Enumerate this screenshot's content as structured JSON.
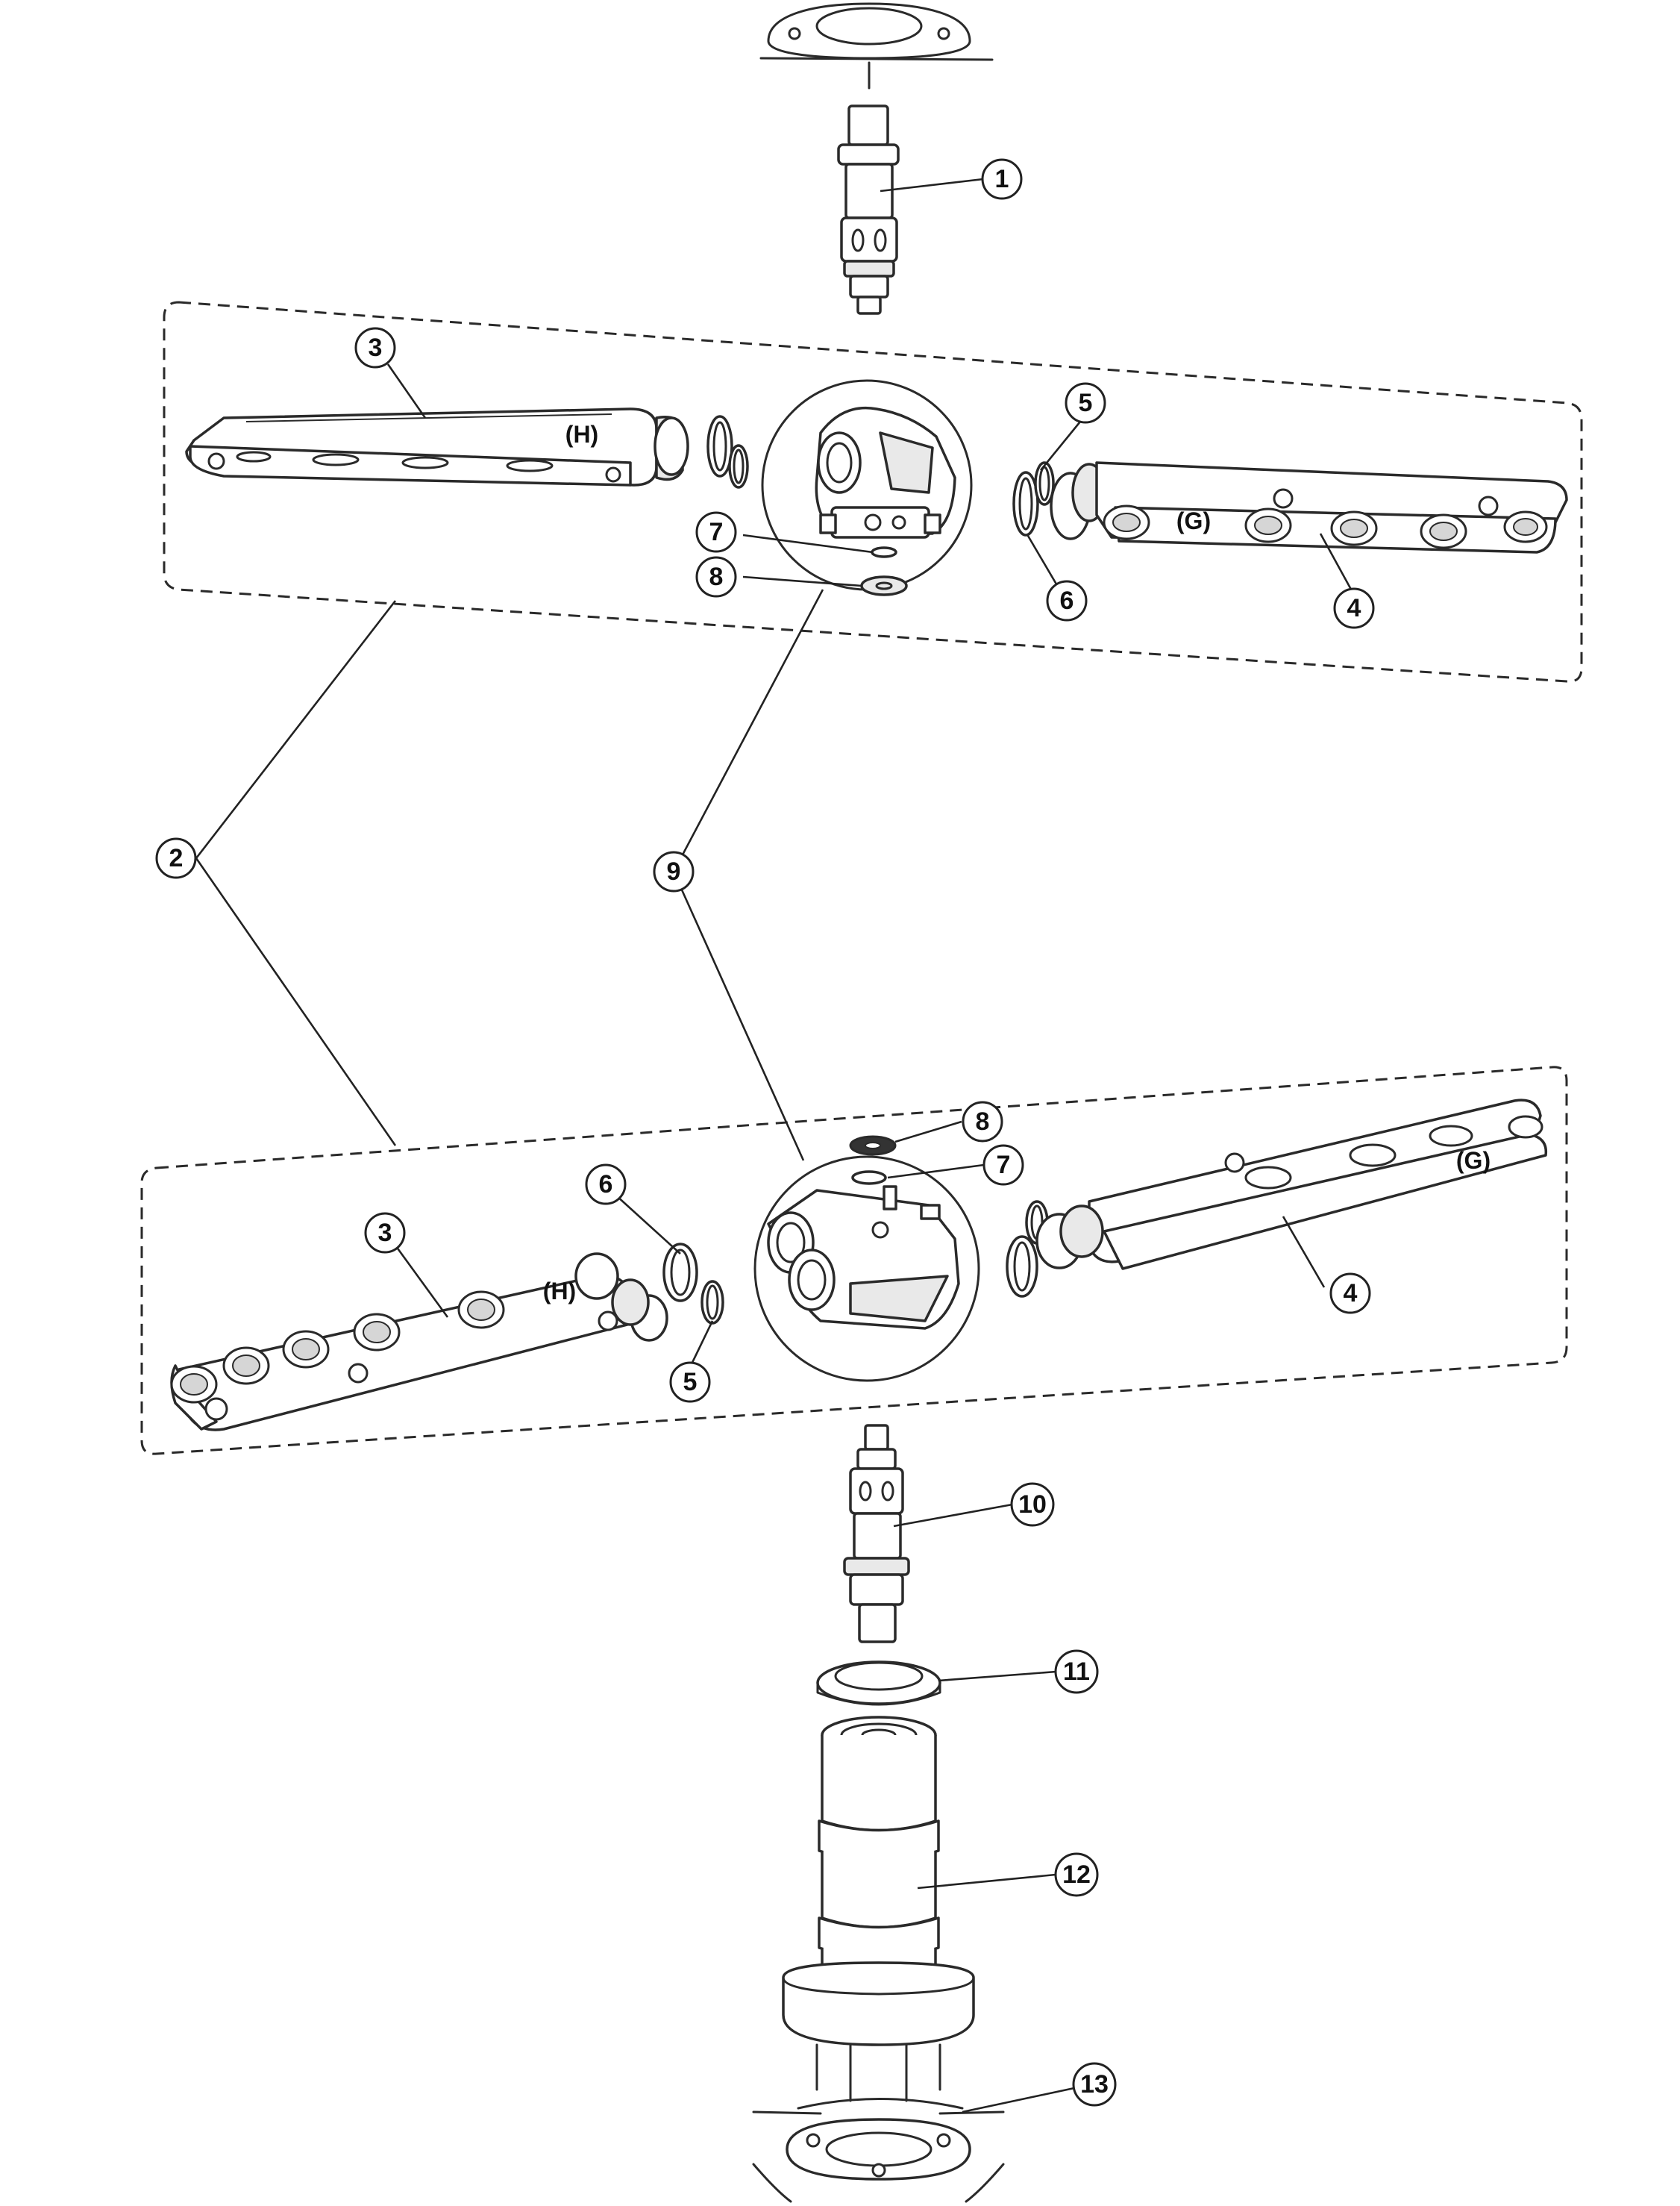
{
  "colors": {
    "line": "#2a2a2a",
    "background": "#ffffff",
    "label": "#111111"
  },
  "callouts": {
    "c1": "1",
    "c2": "2",
    "c3_top": "3",
    "c4_top": "4",
    "c5_top": "5",
    "c6_top": "6",
    "c7_top": "7",
    "c8_top": "8",
    "c9": "9",
    "c3_bottom": "3",
    "c4_bottom": "4",
    "c5_bottom": "5",
    "c6_bottom": "6",
    "c7_bottom": "7",
    "c8_bottom": "8",
    "c10": "10",
    "c11": "11",
    "c12": "12",
    "c13": "13"
  },
  "arm_codes": {
    "top_left": "(H)",
    "top_right": "(G)",
    "bottom_left": "(H)",
    "bottom_right": "(G)"
  }
}
